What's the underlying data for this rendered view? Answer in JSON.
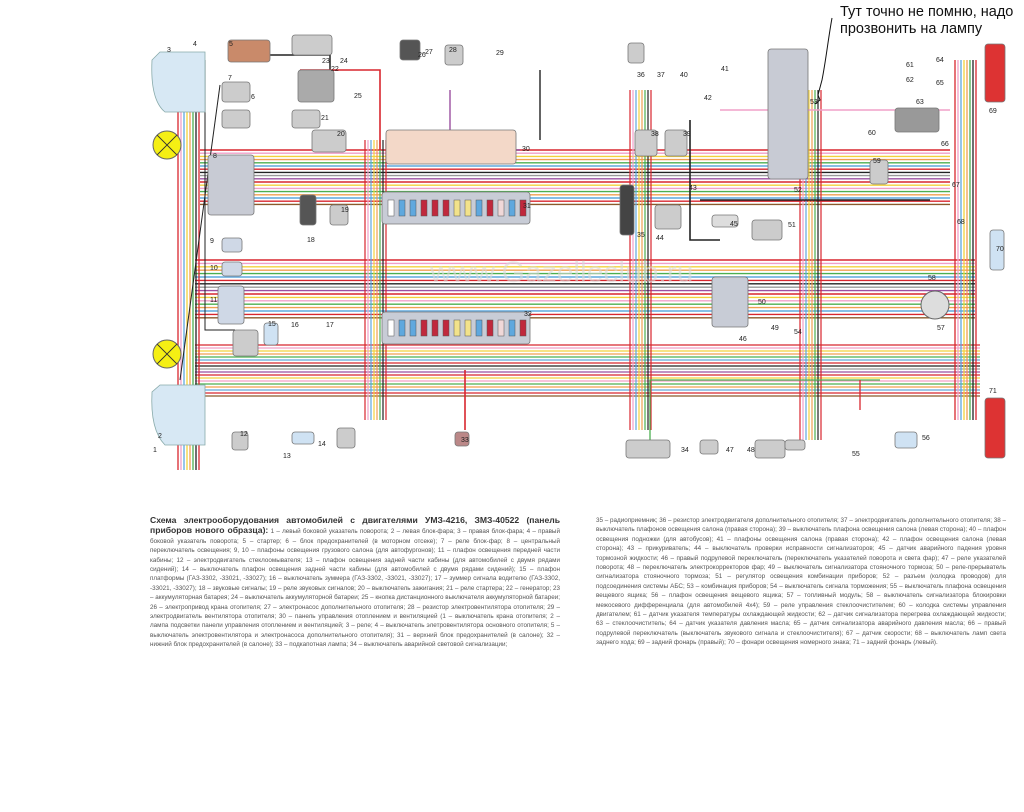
{
  "annotation": {
    "line1": "Тут точно не помню, надо",
    "line2": "прозвонить на лампу"
  },
  "watermark": "www.Gazelleclub.ru",
  "component_numbers": [
    "1",
    "2",
    "3",
    "4",
    "5",
    "6",
    "7",
    "8",
    "9",
    "10",
    "11",
    "12",
    "13",
    "14",
    "15",
    "16",
    "17",
    "18",
    "19",
    "20",
    "21",
    "22",
    "23",
    "24",
    "25",
    "26",
    "27",
    "28",
    "29",
    "30",
    "31",
    "32",
    "33",
    "34",
    "35",
    "36",
    "37",
    "38",
    "39",
    "40",
    "41",
    "42",
    "43",
    "44",
    "45",
    "46",
    "47",
    "48",
    "49",
    "50",
    "51",
    "52",
    "53",
    "54",
    "55",
    "56",
    "57",
    "58",
    "59",
    "60",
    "61",
    "62",
    "63",
    "64",
    "65",
    "66",
    "67",
    "68",
    "69",
    "70",
    "71"
  ],
  "wire_colors": {
    "red": "#d8262e",
    "dark_red": "#8b1a1a",
    "black": "#222222",
    "yellow": "#f2d23c",
    "orange": "#f0a050",
    "green": "#4caf50",
    "blue": "#5fa8de",
    "pink": "#f0a0c8",
    "violet": "#9b4fa0",
    "grey": "#9a9a9a",
    "brown": "#8b5a2b"
  },
  "caption": {
    "title": "Схема электрооборудования автомобилей с двигателями УМЗ-4216, ЗМЗ-40522 (панель приборов нового образца):",
    "left_text": "1 – левый боковой указатель поворота; 2 – левая блок-фара; 3 – правая блок-фара; 4 – правый боковой указатель поворота; 5 – стартер; 6 – блок предохранителей (в моторном отсеке); 7 – реле блок-фар; 8 – центральный переключатель освещения; 9, 10 – плафоны освещения грузового салона (для автофургонов); 11 – плафон освещения передней части кабины; 12 – электродвигатель стеклоомывателя; 13 – плафон освещения задней части кабины (для автомобилей с двумя рядами сидений); 14 – выключатель плафон освещения задней части кабины (для автомобилей с двумя рядами сидений); 15 – плафон платформы (ГАЗ-3302, -33021, -33027); 16 – выключатель зуммера (ГАЗ-3302, -33021, -33027); 17 – зуммер сигнала водителю (ГАЗ-3302, -33021, -33027); 18 – звуковые сигналы; 19 – реле звуковых сигналов; 20 – выключатель зажигания; 21 – реле стартера; 22 – генератор; 23 – аккумуляторная батарея; 24 – выключатель аккумуляторной батареи; 25 – кнопка дистанционного выключателя аккумуляторной батареи; 26 – электропривод крана отопителя; 27 – электронасос дополнительного отопителя; 28 – резистор электровентилятора отопителя; 29 – электродвигатель вентилятора отопителя; 30 – панель управления отоплением и вентиляцией (1 – выключатель крана отопителя; 2 – лампа подсветки панели управления отоплением и вентиляцией; 3 – реле; 4 – выключатель элетровентилятора основного отопителя; 5 – выключатель электровентилятора и электронасоса дополнительного отопителя); 31 – верхний блок предохранителей (в салоне); 32 – нижний блок предохранителей (в салоне); 33 – подкапотная лампа; 34 – выключатель аварийной световой сигнализации;",
    "right_text": "35 – радиоприемник; 36 – резистор электродвигателя дополнительного отопителя; 37 – электродвигатель дополнительного отопителя; 38 – выключатель плафонов освещения салона (правая сторона); 39 – выключатель плафона освещения салона (левая сторона); 40 – плафон освещения подножки (для автобусов); 41 – плафоны освещения салона (правая сторона); 42 – плафон освещения салона (левая сторона); 43 – прикуриватель; 44 – выключатель проверки исправности сигнализаторов; 45 – датчик аварийного падения уровня тормозной жидкости; 46 – правый подрулевой переключатель (переключатель указателей поворота и света фар); 47 – реле указателей поворота; 48 – переключатель электрокорректоров фар; 49 – выключатель сигнализатора стояночного тормоза; 50 – реле-прерыватель сигнализатора стояночного тормоза; 51 – регулятор освещения комбинации приборов; 52 – разъем (колодка проводов) для подсоединения системы АБС; 53 – комбинация приборов; 54 – выключатель сигнала торможения; 55 – выключатель плафона освещения вещевого ящика; 56 – плафон освещения вещевого ящика; 57 – топливный модуль; 58 – выключатель сигнализатора блокировки межосевого дифференциала (для автомобилей 4x4); 59 – реле управления стеклоочистителем; 60 – колодка системы управления двигателем; 61 – датчик указателя температуры охлаждающей жидкости; 62 – датчик сигнализатора перегрева охлаждающей жидкости; 63 – стеклоочиститель; 64 – датчик указателя давления масла; 65 – датчик сигнализатора аварийного давления масла; 66 – правый подрулевой переключатель (выключатель звукового сигнала и стеклоочистителя); 67 – датчик скорости; 68 – выключатель ламп света заднего хода; 69 – задний фонарь (правый); 70 – фонари освещения номерного знака; 71 – задний фонарь (левый)."
  }
}
